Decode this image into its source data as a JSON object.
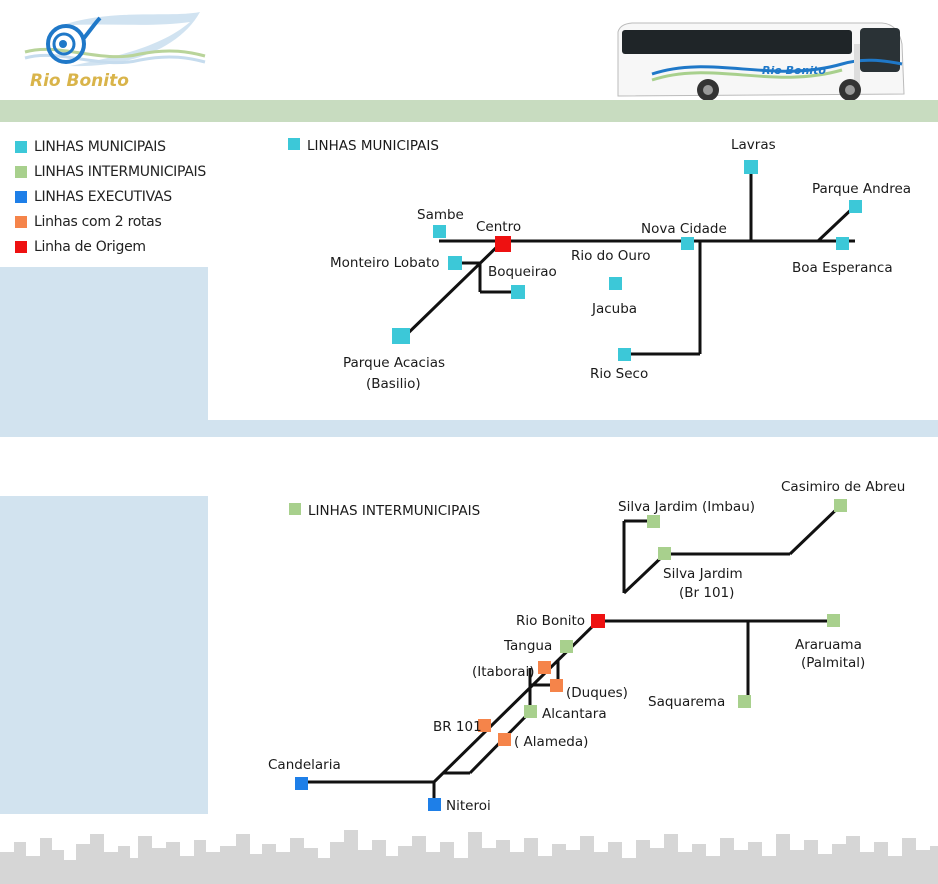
{
  "header": {
    "logo_text": "Rio Bonito",
    "bus_brand": "Rio Bonito"
  },
  "colors": {
    "municipal": "#3cc8d8",
    "intermunicipal": "#a8d08d",
    "executive": "#1e7fe8",
    "two_routes": "#f5844a",
    "origin": "#ee1111"
  },
  "legend": {
    "items": [
      {
        "label": "LINHAS MUNICIPAIS",
        "color": "#3cc8d8"
      },
      {
        "label": "LINHAS INTERMUNICIPAIS",
        "color": "#a8d08d"
      },
      {
        "label": "LINHAS EXECUTIVAS",
        "color": "#1e7fe8"
      },
      {
        "label": "Linhas com 2 rotas",
        "color": "#f5844a"
      },
      {
        "label": "Linha de Origem",
        "color": "#ee1111"
      }
    ]
  },
  "municipal_map": {
    "heading": "LINHAS MUNICIPAIS",
    "stops": {
      "lavras": "Lavras",
      "parque_andrea": "Parque Andrea",
      "sambe": "Sambe",
      "centro": "Centro",
      "nova_cidade": "Nova Cidade",
      "rio_do_ouro": "Rio do Ouro",
      "boa_esperanca": "Boa Esperanca",
      "monteiro_lobato": "Monteiro Lobato",
      "boqueirao": "Boqueirao",
      "jacuba": "Jacuba",
      "parque_acacias_1": "Parque Acacias",
      "parque_acacias_2": "(Basilio)",
      "rio_seco": "Rio Seco"
    }
  },
  "intermunicipal_map": {
    "heading": "LINHAS INTERMUNICIPAIS",
    "stops": {
      "casimiro": "Casimiro de Abreu",
      "silva_imbau": "Silva Jardim (Imbau)",
      "silva_br_1": "Silva Jardim",
      "silva_br_2": "(Br 101)",
      "rio_bonito": "Rio Bonito",
      "tangua": "Tangua",
      "araruama_1": "Araruama",
      "araruama_2": "(Palmital)",
      "itaborai": "(Itaborai)",
      "duques": "(Duques)",
      "saquarema": "Saquarema",
      "br101": "BR 101",
      "alcantara": "Alcantara",
      "alameda": "( Alameda)",
      "candelaria": "Candelaria",
      "niteroi": "Niteroi"
    }
  }
}
